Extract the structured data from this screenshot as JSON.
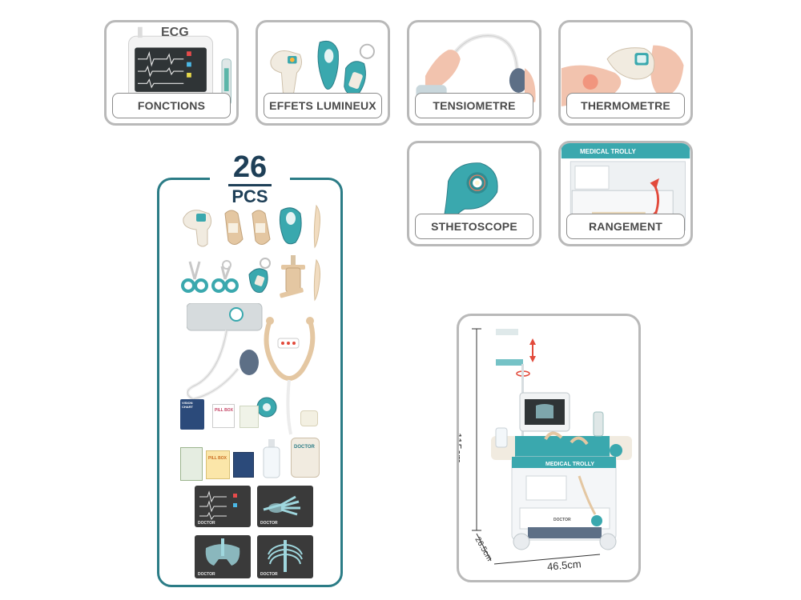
{
  "tiles": [
    {
      "id": "fonctions",
      "label": "FONCTIONS",
      "sublabel": "ECG"
    },
    {
      "id": "effets",
      "label": "EFFETS LUMINEUX"
    },
    {
      "id": "tensiometre",
      "label": "TENSIOMETRE"
    },
    {
      "id": "thermometre",
      "label": "THERMOMETRE"
    },
    {
      "id": "stethoscope",
      "label": "STHETOSCOPE"
    },
    {
      "id": "rangement",
      "label": "RANGEMENT",
      "product_label": "MEDICAL TROLLY"
    }
  ],
  "kit": {
    "count": "26",
    "unit": "PCS",
    "screen_label": "DOCTOR",
    "pill_box": "PILL BOX",
    "doctor_box": "DOCTOR",
    "card_label": "VISION CHART"
  },
  "dimensions": {
    "height": "115cm",
    "depth": "26.5cm",
    "width": "46.5cm",
    "product_label": "MEDICAL TROLLY",
    "brand": "DOCTOR"
  },
  "colors": {
    "accent": "#2b7c86",
    "teal": "#3aa8ae",
    "navy": "#1e3f57",
    "border": "#b9b9b9",
    "caption": "#4a4a4a",
    "cream": "#f1ebe0",
    "tan": "#e4c7a2"
  }
}
